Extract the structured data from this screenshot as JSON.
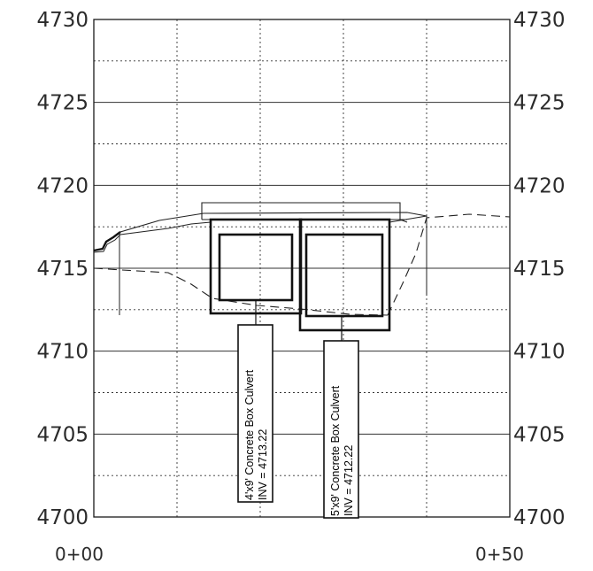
{
  "y_axis": {
    "ticks": [
      4700,
      4705,
      4710,
      4715,
      4720,
      4725,
      4730
    ],
    "min": 4700,
    "max": 4730,
    "minor_grid_step": 2.5
  },
  "x_axis": {
    "start_label": "0+00",
    "end_label": "0+50"
  },
  "grid": {
    "major": "solid",
    "minor": "dotted",
    "vertical_dotted": true
  },
  "culverts": [
    {
      "size": "4'x9'",
      "line1": "4'x9' Concrete Box Culvert",
      "line2": "INV = 4713.22",
      "invert": 4713.22
    },
    {
      "size": "5'x9'",
      "line1": "5'x9' Concrete Box Culvert",
      "line2": "INV = 4712.22",
      "invert": 4712.22
    }
  ],
  "colors": {
    "line": "#1a1a1a",
    "grid": "#333333",
    "background": "#ffffff"
  }
}
